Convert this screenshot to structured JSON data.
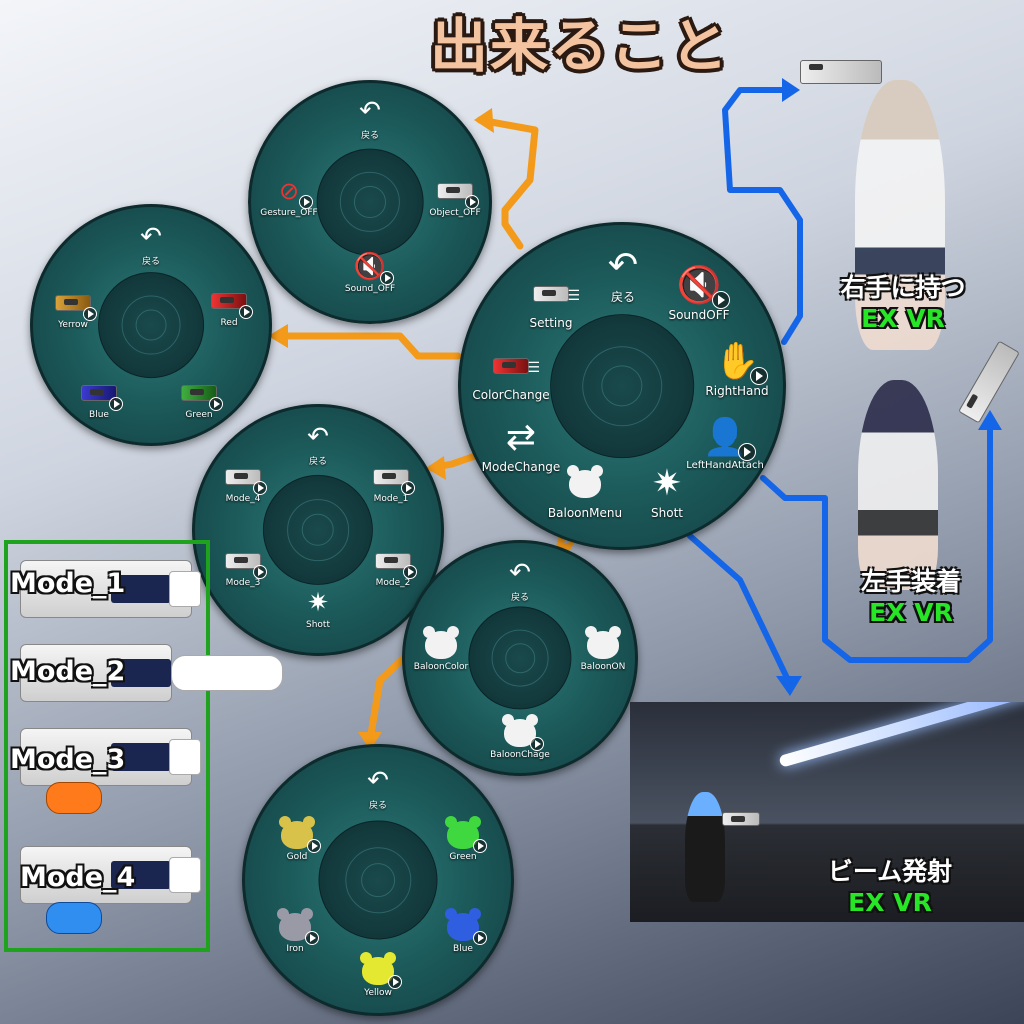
{
  "title": "出来ること",
  "colors": {
    "wheel": "#1d5c5c",
    "orange_arrow": "#f39a1a",
    "blue_arrow": "#1565e8",
    "mode_panel": "#1fa31f",
    "ex_vr": "#26e626"
  },
  "main_menu": {
    "back": "戻る",
    "setting": "Setting",
    "sound_off": "SoundOFF",
    "right_hand": "RightHand",
    "color_change": "ColorChange",
    "mode_change": "ModeChange",
    "left_hand_attach": "LeftHandAttach",
    "baloon_menu": "BaloonMenu",
    "shott": "Shott"
  },
  "setting_menu": {
    "back": "戻る",
    "gesture_off": "Gesture_OFF",
    "object_off": "Object_OFF",
    "sound_off": "Sound_OFF"
  },
  "color_menu": {
    "back": "戻る",
    "yerrow": "Yerrow",
    "red": "Red",
    "blue": "Blue",
    "green": "Green"
  },
  "mode_menu": {
    "back": "戻る",
    "mode_4": "Mode_4",
    "mode_1": "Mode_1",
    "mode_3": "Mode_3",
    "mode_2": "Mode_2",
    "shott": "Shott"
  },
  "baloon_menu": {
    "back": "戻る",
    "baloon_color": "BaloonColor",
    "baloon_on": "BaloonON",
    "baloon_chage": "BaloonChage"
  },
  "baloon_color_menu": {
    "back": "戻る",
    "gold": "Gold",
    "green": "Green",
    "iron": "Iron",
    "blue": "Blue",
    "yellow": "Yellow"
  },
  "modes": [
    "Mode_1",
    "Mode_2",
    "Mode_3",
    "Mode_4"
  ],
  "captions": {
    "right_hand": {
      "main": "右手に持つ",
      "sub": "EX  VR"
    },
    "left_hand": {
      "main": "左手装着",
      "sub": "EX  VR"
    },
    "beam": {
      "main": "ビーム発射",
      "sub": "EX  VR"
    }
  },
  "icons": {
    "back": "back-arrow-icon",
    "sound_off": "speaker-mute-icon",
    "gesture_off": "no-gesture-icon",
    "bear": "bear-face-icon",
    "menu_list": "list-icon",
    "play": "play-icon"
  }
}
